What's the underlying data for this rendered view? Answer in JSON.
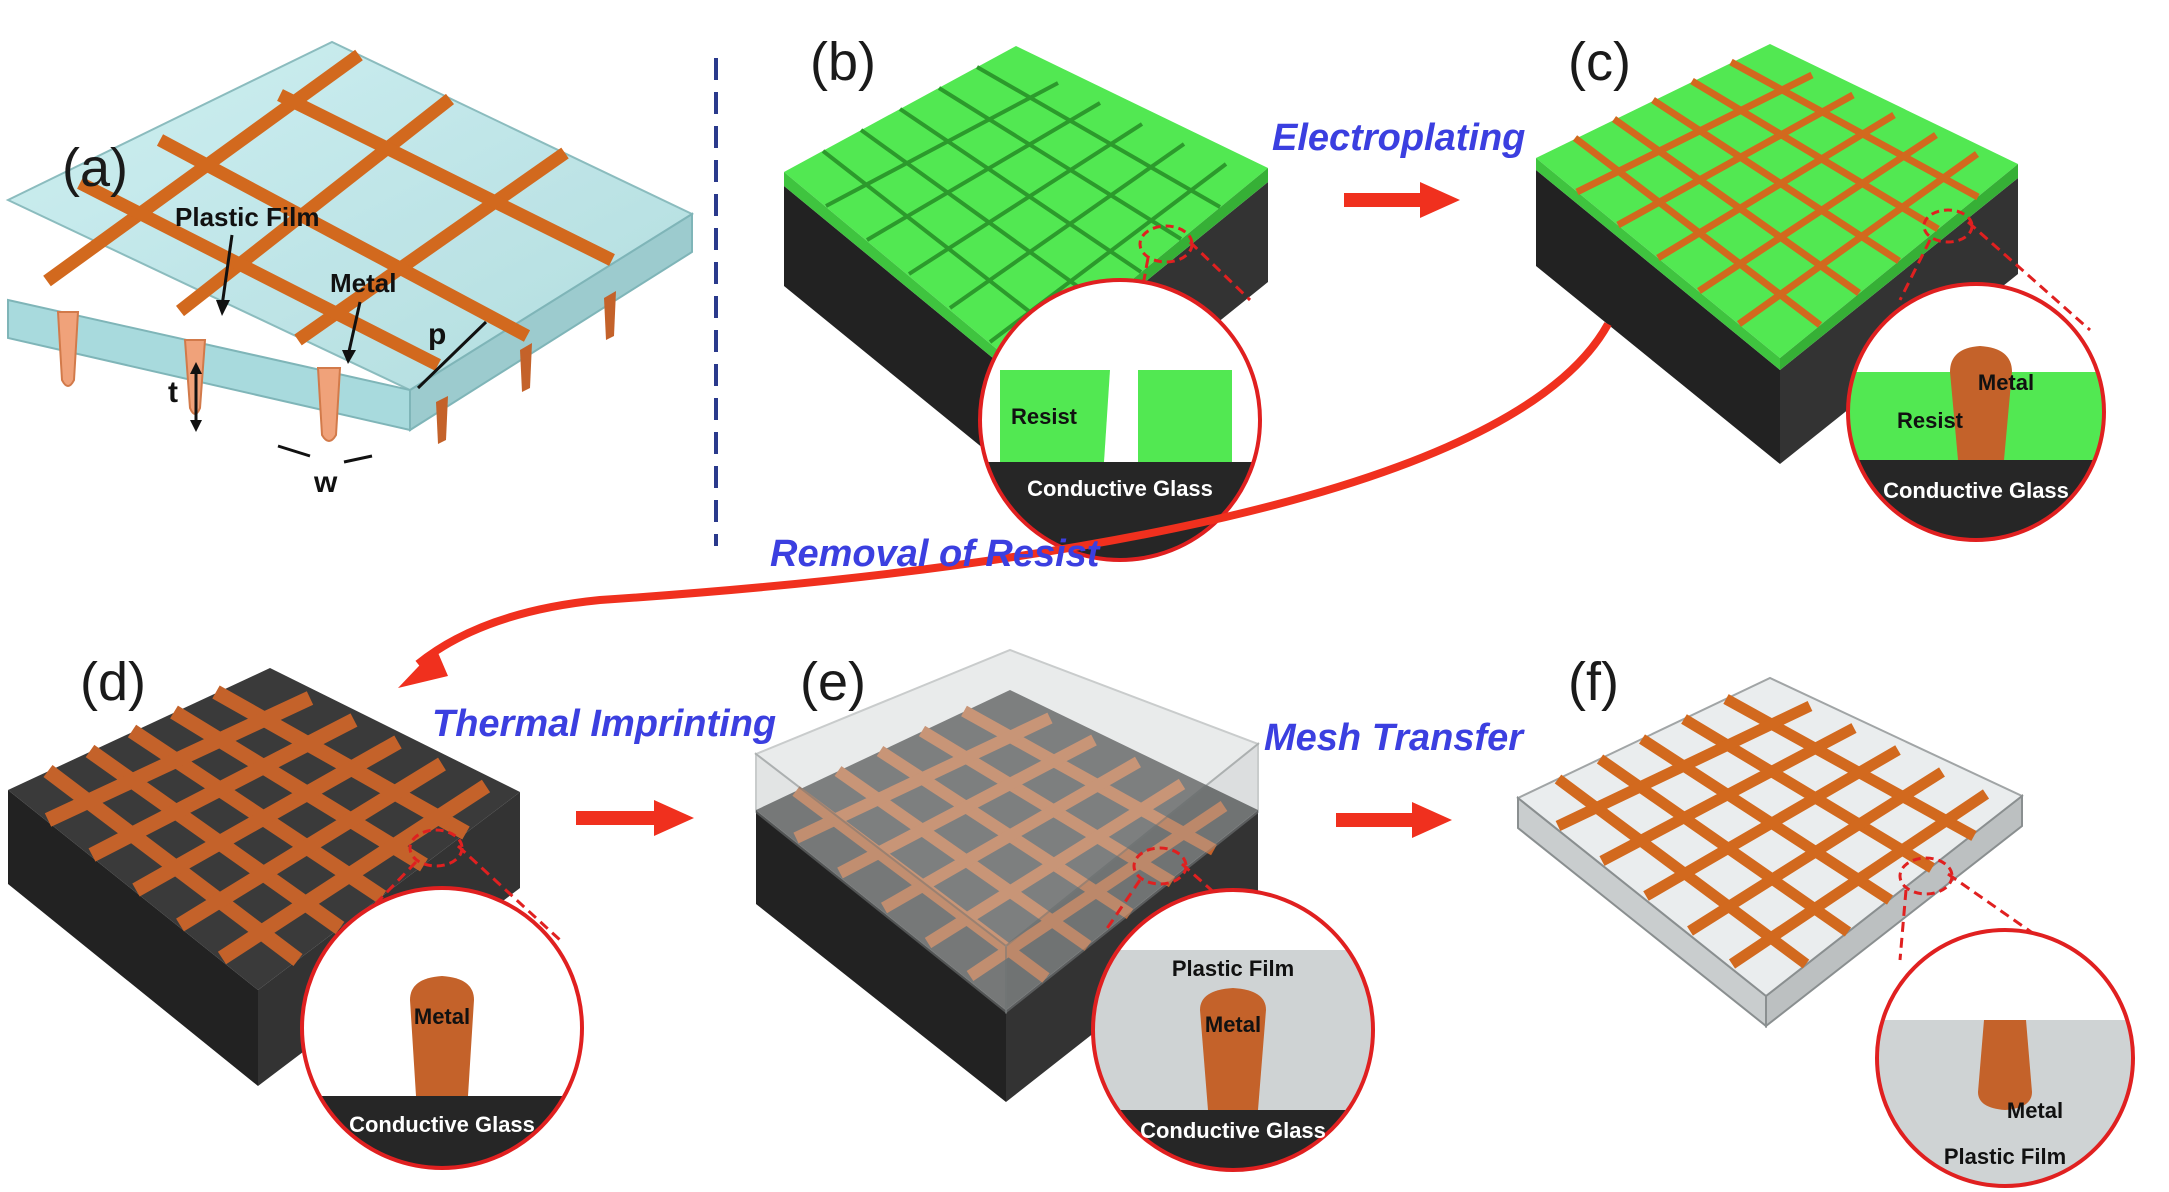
{
  "panels": {
    "a": "(a)",
    "b": "(b)",
    "c": "(c)",
    "d": "(d)",
    "e": "(e)",
    "f": "(f)"
  },
  "steps": {
    "electroplating": "Electroplating",
    "removal": "Removal of Resist",
    "thermal": "Thermal Imprinting",
    "transfer": "Mesh Transfer"
  },
  "labels_a": {
    "plastic_film": "Plastic Film",
    "metal": "Metal",
    "p": "p",
    "t": "t",
    "w": "w"
  },
  "insets": {
    "b": {
      "top": "Resist",
      "bottom": "Conductive Glass"
    },
    "c": {
      "top": "Metal",
      "mid": "Resist",
      "bottom": "Conductive Glass"
    },
    "d": {
      "top": "Metal",
      "bottom": "Conductive Glass"
    },
    "e": {
      "top": "Plastic Film",
      "mid": "Metal",
      "bottom": "Conductive Glass"
    },
    "f": {
      "top": "Metal",
      "bottom": "Plastic Film"
    }
  },
  "colors": {
    "resist": "#4ee84e",
    "metal": "#d2691e",
    "metal_dark": "#a84a12",
    "glass": "#262626",
    "film": "#cfd3d4",
    "arrow": "#f0301e",
    "step_text": "#3b3fe0"
  }
}
